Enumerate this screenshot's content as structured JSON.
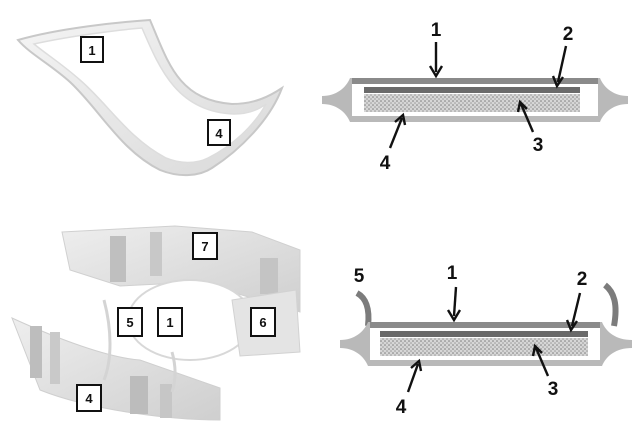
{
  "pad_illustration": {
    "labels": {
      "topsheet": "1",
      "backsheet": "4"
    }
  },
  "diaper_illustration": {
    "labels": {
      "topsheet": "1",
      "backsheet": "4",
      "leg_cuff": "5",
      "side_panel": "6",
      "tab": "7"
    }
  },
  "pad_cross_section": {
    "labels": {
      "topsheet": "1",
      "acquisition_layer": "2",
      "absorbent_core": "3",
      "backsheet": "4"
    }
  },
  "diaper_cross_section": {
    "labels": {
      "leg_cuff": "5",
      "topsheet": "1",
      "acquisition_layer": "2",
      "absorbent_core": "3",
      "backsheet": "4"
    }
  },
  "colors": {
    "outer_layer": "#b9b9b9",
    "top_layer": "#6f6f6f",
    "core_fill": "#cfcfcf",
    "pad_shadow": "#bdbdbd"
  }
}
